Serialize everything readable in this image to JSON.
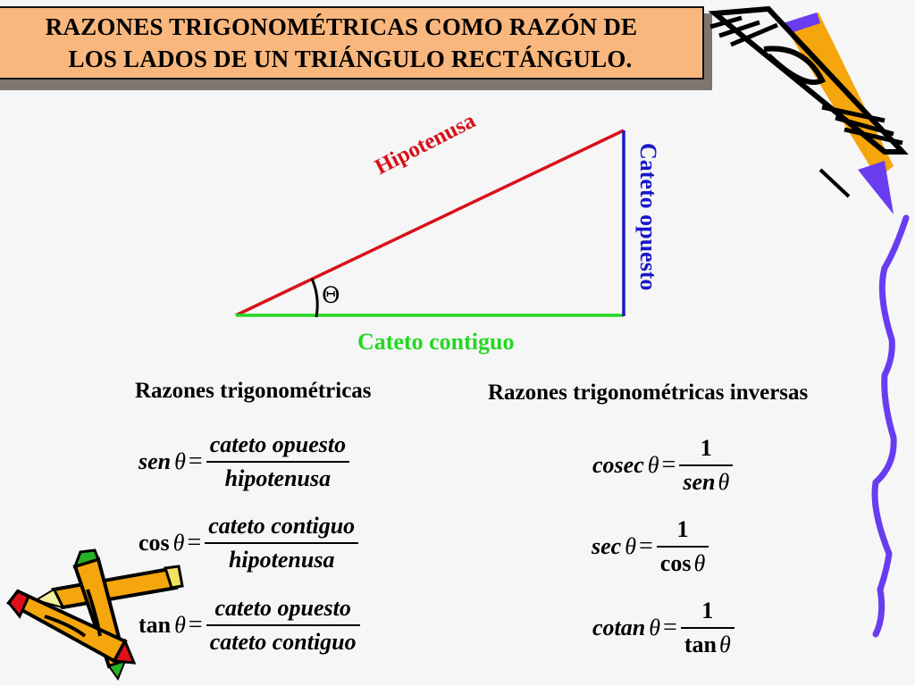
{
  "title": {
    "line1": "RAZONES TRIGONOMÉTRICAS COMO RAZÓN DE",
    "line2": "LOS LADOS DE UN TRIÁNGULO RECTÁNGULO."
  },
  "triangle": {
    "hypotenuse_label": "Hipotenusa",
    "opposite_label": "Cateto opuesto",
    "adjacent_label": "Cateto contiguo",
    "angle_label": "Θ",
    "colors": {
      "hypotenuse": "#d8101a",
      "opposite": "#1a16c8",
      "adjacent": "#22d822"
    }
  },
  "sections": {
    "basic_title": "Razones trigonométricas",
    "inverse_title": "Razones trigonométricas inversas"
  },
  "basic": [
    {
      "fn": "sen",
      "theta": "θ",
      "eq": "=",
      "num": "cateto opuesto",
      "den": "hipotenusa"
    },
    {
      "fn": "cos",
      "theta": "θ",
      "eq": "=",
      "num": "cateto contiguo",
      "den": "hipotenusa"
    },
    {
      "fn": "tan",
      "theta": "θ",
      "eq": "=",
      "num": "cateto opuesto",
      "den": "cateto contiguo"
    }
  ],
  "inverse": [
    {
      "fn": "cosec",
      "theta": "θ",
      "eq": "=",
      "num": "1",
      "den_fn": "sen",
      "den_theta": "θ"
    },
    {
      "fn": "sec",
      "theta": "θ",
      "eq": "=",
      "num": "1",
      "den_fn": "cos",
      "den_theta": "θ"
    },
    {
      "fn": "cotan",
      "theta": "θ",
      "eq": "=",
      "num": "1",
      "den_fn": "tan",
      "den_theta": "θ"
    }
  ],
  "decorations": {
    "pencil_top_right": "pencil-clipart",
    "pencils_bottom_left": "crossed-pencils-clipart",
    "wavy_line_right": "purple-wavy-line",
    "accent_colors": {
      "title_bg": "#f9b77e",
      "pencil_orange": "#f5a60c",
      "pencil_purple": "#6a3cf0"
    }
  }
}
